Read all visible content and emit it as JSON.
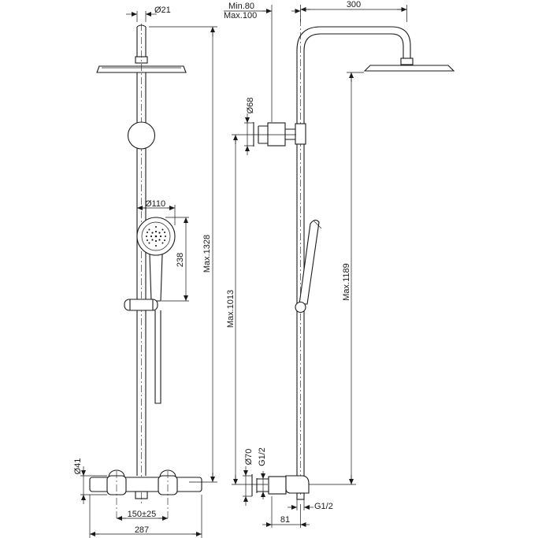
{
  "dimensions": {
    "pipe_diameter": "Ø21",
    "shower_head_diameter": "Ø110",
    "hand_shower_height": "238",
    "max_height_total": "Max.1328",
    "connection_diameter": "Ø41",
    "center_distance": "150±25",
    "overall_width": "287",
    "wall_min": "Min.80",
    "wall_max": "Max.100",
    "arm_length": "300",
    "bracket_diameter": "Ø68",
    "bracket_height": "Max.1013",
    "head_height": "Max.1189",
    "valve_diameter": "Ø70",
    "thread_left": "G1/2",
    "thread_right": "G1/2",
    "valve_depth": "81"
  },
  "colors": {
    "line": "#1a1a1a",
    "background": "#ffffff"
  }
}
